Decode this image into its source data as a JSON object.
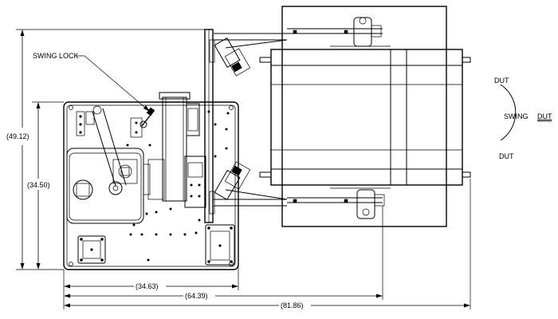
{
  "labels": {
    "swing_lock": "SWING LOCK",
    "swing": "SWING",
    "dut_top": "DUT",
    "dut_right": "DUT",
    "dut_bottom": "DUT"
  },
  "dimensions": {
    "overall_height": "(49.12)",
    "base_height": "(34.50)",
    "base_width": "(34.63)",
    "mid_width": "(64.39)",
    "overall_width": "(81.86)"
  }
}
